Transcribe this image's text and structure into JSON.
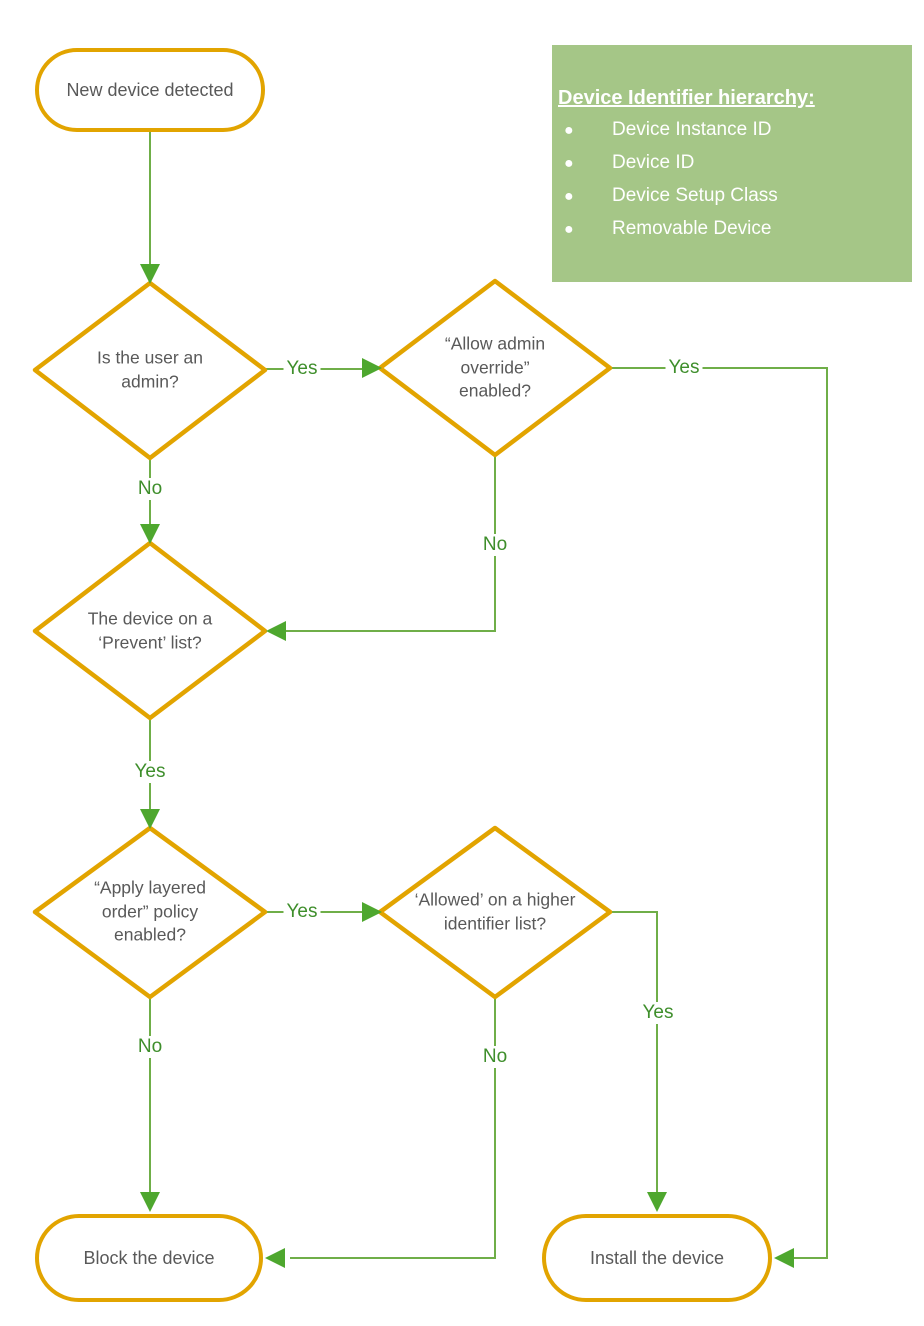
{
  "palette": {
    "shape_border": "#E2A400",
    "line_green": "#6FAE48",
    "arrow_green": "#4EA72E",
    "label_green": "#3E8E2B",
    "legend_bg": "#A5C687",
    "node_text": "#595959",
    "legend_text": "#FFFFFF"
  },
  "nodes": {
    "start": {
      "label": "New device detected"
    },
    "d1": {
      "label": "Is the user an admin?"
    },
    "d2": {
      "label": "“Allow admin override” enabled?"
    },
    "d3": {
      "label": "The device on a ‘Prevent’ list?"
    },
    "d4": {
      "label": "“Apply layered order” policy enabled?"
    },
    "d5": {
      "label": "‘Allowed’ on a higher identifier list?"
    },
    "block": {
      "label": "Block the device"
    },
    "install": {
      "label": "Install the device"
    }
  },
  "edges": {
    "d1_yes": "Yes",
    "d1_no": "No",
    "d2_yes": "Yes",
    "d2_no": "No",
    "d3_yes": "Yes",
    "d4_yes": "Yes",
    "d4_no": "No",
    "d5_yes": "Yes",
    "d5_no": "No"
  },
  "legend": {
    "title": "Device Identifier hierarchy:",
    "items": [
      "Device Instance ID",
      "Device ID",
      "Device Setup Class",
      "Removable Device"
    ]
  }
}
